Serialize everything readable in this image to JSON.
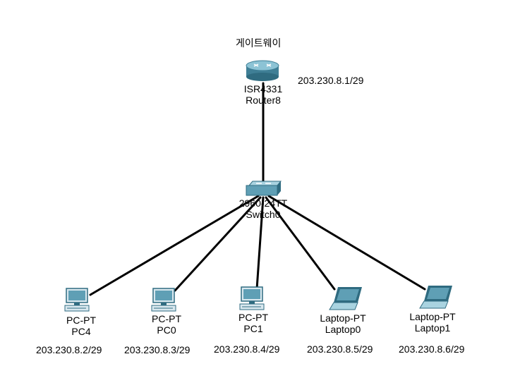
{
  "gateway_label": "게이트웨이",
  "router": {
    "model": "ISR4331",
    "name": "Router8",
    "ip": "203.230.8.1/29"
  },
  "switch": {
    "model": "2960-24TT",
    "name": "Switch0"
  },
  "hosts": [
    {
      "model": "PC-PT",
      "name": "PC4",
      "ip": "203.230.8.2/29",
      "icon": "pc-icon"
    },
    {
      "model": "PC-PT",
      "name": "PC0",
      "ip": "203.230.8.3/29",
      "icon": "pc-icon"
    },
    {
      "model": "PC-PT",
      "name": "PC1",
      "ip": "203.230.8.4/29",
      "icon": "pc-icon"
    },
    {
      "model": "Laptop-PT",
      "name": "Laptop0",
      "ip": "203.230.8.5/29",
      "icon": "laptop-icon"
    },
    {
      "model": "Laptop-PT",
      "name": "Laptop1",
      "ip": "203.230.8.6/29",
      "icon": "laptop-icon"
    }
  ],
  "colors": {
    "link": "#000000",
    "device_body": "#5f9fb5",
    "device_dark": "#2f6b80",
    "device_light": "#a9d3e0"
  }
}
